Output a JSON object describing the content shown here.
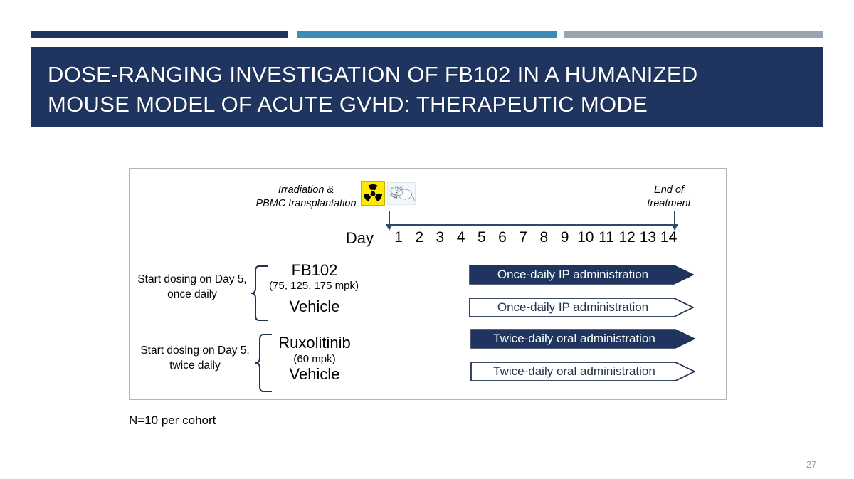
{
  "slide": {
    "title": "DOSE-RANGING INVESTIGATION OF FB102 IN A HUMANIZED\nMOUSE MODEL OF ACUTE GVHD: THERAPEUTIC MODE",
    "footnote": "N=10 per cohort",
    "page_number": "27"
  },
  "colors": {
    "navy": "#1f3560",
    "teal": "#3d8cb8",
    "gray": "#9ba5b0",
    "line": "#2e4a6b",
    "radiation_yellow": "#ffe900",
    "page_number": "#7ba7c7"
  },
  "diagram": {
    "irradiation_label": "Irradiation &\nPBMC transplantation",
    "end_of_treatment_label": "End of\ntreatment",
    "radiation_icon_name": "radiation-warning-icon",
    "mouse_icon_name": "mouse-injection-icon",
    "day_label": "Day",
    "days": [
      "1",
      "2",
      "3",
      "4",
      "5",
      "6",
      "7",
      "8",
      "9",
      "10",
      "11",
      "12",
      "13",
      "14"
    ],
    "groups": [
      {
        "note": "Start dosing on Day 5,\nonce daily",
        "arms": [
          {
            "name": "FB102",
            "dose": "(75, 125, 175 mpk)",
            "bar_label": "Once-daily IP administration",
            "style": "filled"
          },
          {
            "name": "Vehicle",
            "dose": "",
            "bar_label": "Once-daily IP administration",
            "style": "open"
          }
        ]
      },
      {
        "note": "Start dosing on Day 5,\ntwice daily",
        "arms": [
          {
            "name": "Ruxolitinib",
            "dose": "(60 mpk)",
            "bar_label": "Twice-daily oral administration",
            "style": "filled"
          },
          {
            "name": "Vehicle",
            "dose": "",
            "bar_label": "Twice-daily oral administration",
            "style": "open"
          }
        ]
      }
    ]
  }
}
